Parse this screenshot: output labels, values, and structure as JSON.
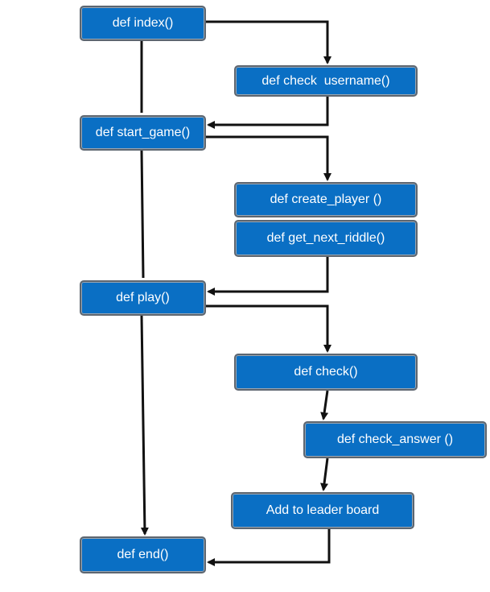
{
  "nodes": {
    "index": "def index()",
    "check_username": "def check  username()",
    "start_game": "def start_game()",
    "create_player": "def create_player ()",
    "get_next_riddle": "def get_next_riddle()",
    "play": "def play()",
    "check": "def check()",
    "check_answer": "def check_answer ()",
    "add_leader": "Add to leader board",
    "end": "def end()"
  },
  "colors": {
    "box_fill": "#0a6fc4",
    "box_border": "#5d6670",
    "text": "#ffffff",
    "connector": "#111111"
  }
}
